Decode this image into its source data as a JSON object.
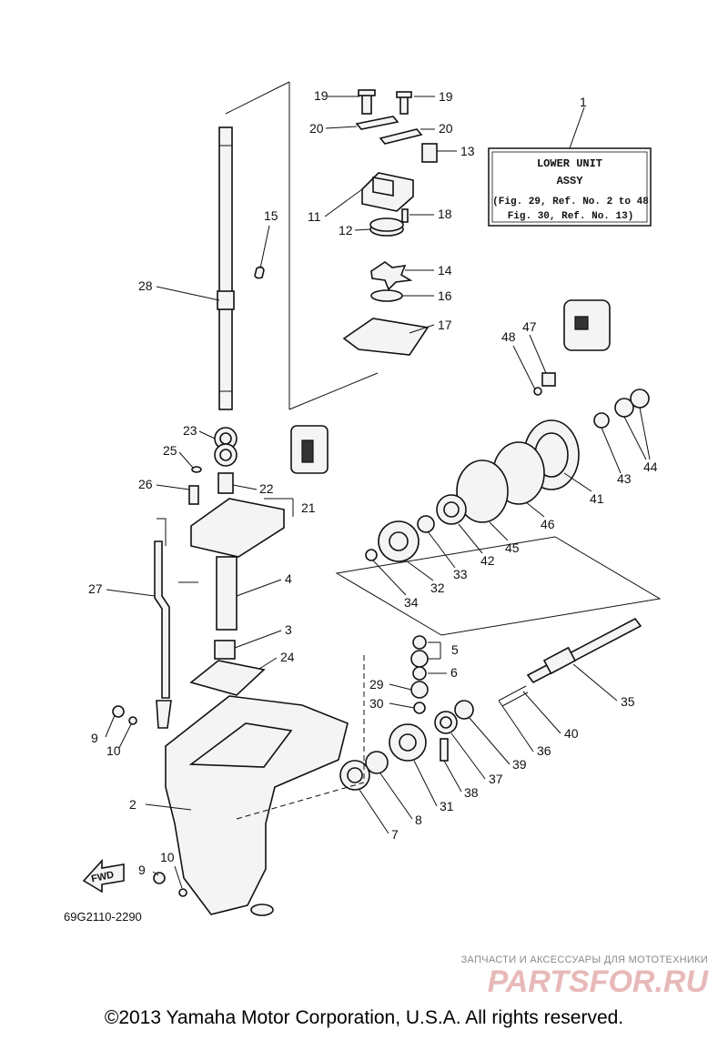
{
  "drawing_number": "69G2110-2290",
  "copyright": "©2013 Yamaha Motor Corporation, U.S.A. All rights reserved.",
  "assembly_box": {
    "ref": "1",
    "title_line1": "LOWER UNIT",
    "title_line2": "ASSY",
    "note_line1": "(Fig. 29, Ref. No. 2 to 48",
    "note_line2": "Fig. 30, Ref. No. 13)"
  },
  "fwd_arrow_label": "FWD",
  "watermark": {
    "subtitle": "ЗАПЧАСТИ И АКСЕССУАРЫ ДЛЯ МОТОТЕХНИКИ",
    "logo": "PARTSFOR.RU"
  },
  "callouts": [
    {
      "id": "c19a",
      "label": "19"
    },
    {
      "id": "c19b",
      "label": "19"
    },
    {
      "id": "c20a",
      "label": "20"
    },
    {
      "id": "c20b",
      "label": "20"
    },
    {
      "id": "c13",
      "label": "13"
    },
    {
      "id": "c11",
      "label": "11"
    },
    {
      "id": "c12",
      "label": "12"
    },
    {
      "id": "c18",
      "label": "18"
    },
    {
      "id": "c14",
      "label": "14"
    },
    {
      "id": "c16",
      "label": "16"
    },
    {
      "id": "c17",
      "label": "17"
    },
    {
      "id": "c15",
      "label": "15"
    },
    {
      "id": "c28",
      "label": "28"
    },
    {
      "id": "c47",
      "label": "47"
    },
    {
      "id": "c48",
      "label": "48"
    },
    {
      "id": "c23",
      "label": "23"
    },
    {
      "id": "c25",
      "label": "25"
    },
    {
      "id": "c22",
      "label": "22"
    },
    {
      "id": "c26",
      "label": "26"
    },
    {
      "id": "c21",
      "label": "21"
    },
    {
      "id": "c43",
      "label": "43"
    },
    {
      "id": "c44",
      "label": "44"
    },
    {
      "id": "c41",
      "label": "41"
    },
    {
      "id": "c46",
      "label": "46"
    },
    {
      "id": "c45",
      "label": "45"
    },
    {
      "id": "c42",
      "label": "42"
    },
    {
      "id": "c33",
      "label": "33"
    },
    {
      "id": "c32",
      "label": "32"
    },
    {
      "id": "c34",
      "label": "34"
    },
    {
      "id": "c27",
      "label": "27"
    },
    {
      "id": "c4",
      "label": "4"
    },
    {
      "id": "c3",
      "label": "3"
    },
    {
      "id": "c24",
      "label": "24"
    },
    {
      "id": "c5",
      "label": "5"
    },
    {
      "id": "c6",
      "label": "6"
    },
    {
      "id": "c29",
      "label": "29"
    },
    {
      "id": "c30",
      "label": "30"
    },
    {
      "id": "c35",
      "label": "35"
    },
    {
      "id": "c40",
      "label": "40"
    },
    {
      "id": "c36",
      "label": "36"
    },
    {
      "id": "c39",
      "label": "39"
    },
    {
      "id": "c37",
      "label": "37"
    },
    {
      "id": "c38",
      "label": "38"
    },
    {
      "id": "c31",
      "label": "31"
    },
    {
      "id": "c8",
      "label": "8"
    },
    {
      "id": "c7",
      "label": "7"
    },
    {
      "id": "c9a",
      "label": "9"
    },
    {
      "id": "c10a",
      "label": "10"
    },
    {
      "id": "c2",
      "label": "2"
    },
    {
      "id": "c10b",
      "label": "10"
    },
    {
      "id": "c9b",
      "label": "9"
    },
    {
      "id": "c1",
      "label": "1"
    }
  ]
}
